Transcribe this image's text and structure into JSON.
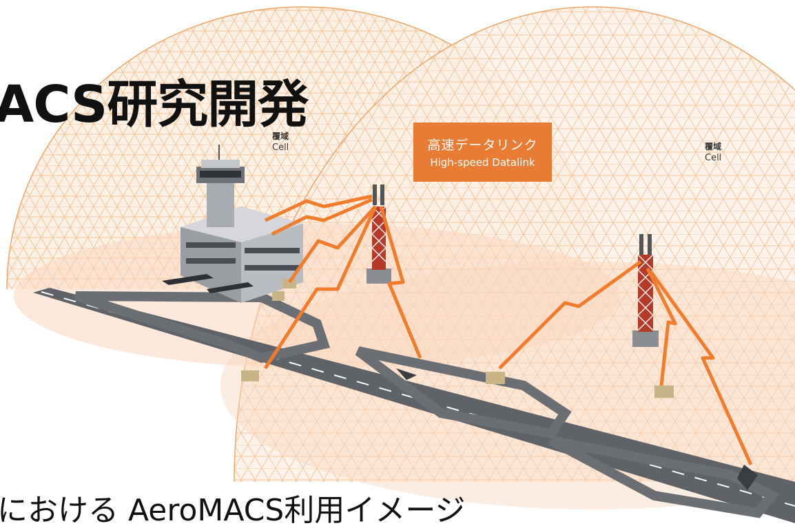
{
  "title": "ACS研究開発",
  "caption": "における AeroMACS利用イメージ",
  "labels": {
    "cell_left_jp": "覆域",
    "cell_left_en": "Cell",
    "cell_right_jp": "覆域",
    "cell_right_en": "Cell",
    "banner_jp": "高速データリンク",
    "banner_en": "High-speed Datalink"
  },
  "colors": {
    "dome_line": "#f2b27d",
    "dome_fill": "#fbe6d4",
    "banner": "#e87c35",
    "link_beam": "#f07c2c",
    "runway": "#5f6266",
    "tower_red": "#b53a2a"
  }
}
